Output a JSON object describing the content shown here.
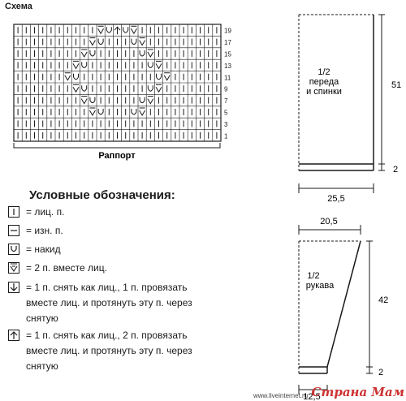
{
  "title": "Схема",
  "chart": {
    "rapport_label": "Раппорт",
    "row_numbers": [
      "19",
      "17",
      "15",
      "13",
      "11",
      "9",
      "7",
      "5",
      "3",
      "1"
    ],
    "rows": [
      [
        "I",
        "I",
        "I",
        "I",
        "I",
        "I",
        "I",
        "I",
        "I",
        "I",
        "V",
        "U",
        "↑",
        "U",
        "V",
        "I",
        "I",
        "I",
        "I",
        "I",
        "I",
        "I",
        "I",
        "I",
        "I"
      ],
      [
        "I",
        "I",
        "I",
        "I",
        "I",
        "I",
        "I",
        "I",
        "I",
        "V",
        "U",
        "I",
        "I",
        "I",
        "U",
        "V",
        "I",
        "I",
        "I",
        "I",
        "I",
        "I",
        "I",
        "I",
        "I"
      ],
      [
        "I",
        "I",
        "I",
        "I",
        "I",
        "I",
        "I",
        "I",
        "V",
        "U",
        "I",
        "I",
        "I",
        "I",
        "I",
        "U",
        "V",
        "I",
        "I",
        "I",
        "I",
        "I",
        "I",
        "I",
        "I"
      ],
      [
        "I",
        "I",
        "I",
        "I",
        "I",
        "I",
        "I",
        "V",
        "U",
        "I",
        "I",
        "I",
        "I",
        "I",
        "I",
        "I",
        "U",
        "V",
        "I",
        "I",
        "I",
        "I",
        "I",
        "I",
        "I"
      ],
      [
        "I",
        "I",
        "I",
        "I",
        "I",
        "I",
        "V",
        "U",
        "I",
        "I",
        "I",
        "I",
        "I",
        "I",
        "I",
        "I",
        "I",
        "U",
        "V",
        "I",
        "I",
        "I",
        "I",
        "I",
        "I"
      ],
      [
        "I",
        "I",
        "I",
        "I",
        "I",
        "I",
        "I",
        "V",
        "U",
        "I",
        "I",
        "I",
        "I",
        "I",
        "I",
        "I",
        "U",
        "V",
        "I",
        "I",
        "I",
        "I",
        "I",
        "I",
        "I"
      ],
      [
        "I",
        "I",
        "I",
        "I",
        "I",
        "I",
        "I",
        "I",
        "V",
        "U",
        "I",
        "I",
        "I",
        "I",
        "I",
        "U",
        "V",
        "I",
        "I",
        "I",
        "I",
        "I",
        "I",
        "I",
        "I"
      ],
      [
        "I",
        "I",
        "I",
        "I",
        "I",
        "I",
        "I",
        "I",
        "I",
        "V",
        "U",
        "I",
        "I",
        "I",
        "U",
        "V",
        "I",
        "I",
        "I",
        "I",
        "I",
        "I",
        "I",
        "I",
        "I"
      ],
      [
        "I",
        "I",
        "I",
        "I",
        "I",
        "I",
        "I",
        "I",
        "I",
        "I",
        "I",
        "I",
        "I",
        "I",
        "I",
        "I",
        "I",
        "I",
        "I",
        "I",
        "I",
        "I",
        "I",
        "I",
        "I"
      ],
      [
        "I",
        "I",
        "I",
        "I",
        "I",
        "I",
        "I",
        "I",
        "I",
        "I",
        "I",
        "I",
        "I",
        "I",
        "I",
        "I",
        "I",
        "I",
        "I",
        "I",
        "I",
        "I",
        "I",
        "I",
        "I"
      ]
    ]
  },
  "legend": {
    "title": "Условные обозначения:",
    "items": [
      {
        "icon": "knit-stitch-icon",
        "lines": [
          "= лиц. п."
        ]
      },
      {
        "icon": "purl-stitch-icon",
        "lines": [
          "= изн. п."
        ]
      },
      {
        "icon": "yarn-over-icon",
        "lines": [
          "= накид"
        ]
      },
      {
        "icon": "k2tog-icon",
        "lines": [
          "= 2 п. вместе лиц."
        ]
      },
      {
        "icon": "skpo-icon",
        "lines": [
          "= 1 п. снять как лиц., 1 п. провязать",
          "вместе лиц. и протянуть эту п. через",
          "снятую"
        ]
      },
      {
        "icon": "sk2po-icon",
        "lines": [
          "= 1 п. снять как лиц., 2 п. провязать",
          "вместе лиц. и протянуть эту п. через",
          "снятую"
        ]
      }
    ]
  },
  "front": {
    "label": [
      "1/2",
      "переда",
      "и спинки"
    ],
    "height": "51",
    "rib": "2",
    "width": "25,5"
  },
  "sleeve": {
    "label": [
      "1/2",
      "рукава"
    ],
    "top_width": "20,5",
    "height": "42",
    "rib": "2",
    "bottom_width": "12,5"
  },
  "watermark": "Страна Мам",
  "watermark_url": "www.liveinternet.ru"
}
